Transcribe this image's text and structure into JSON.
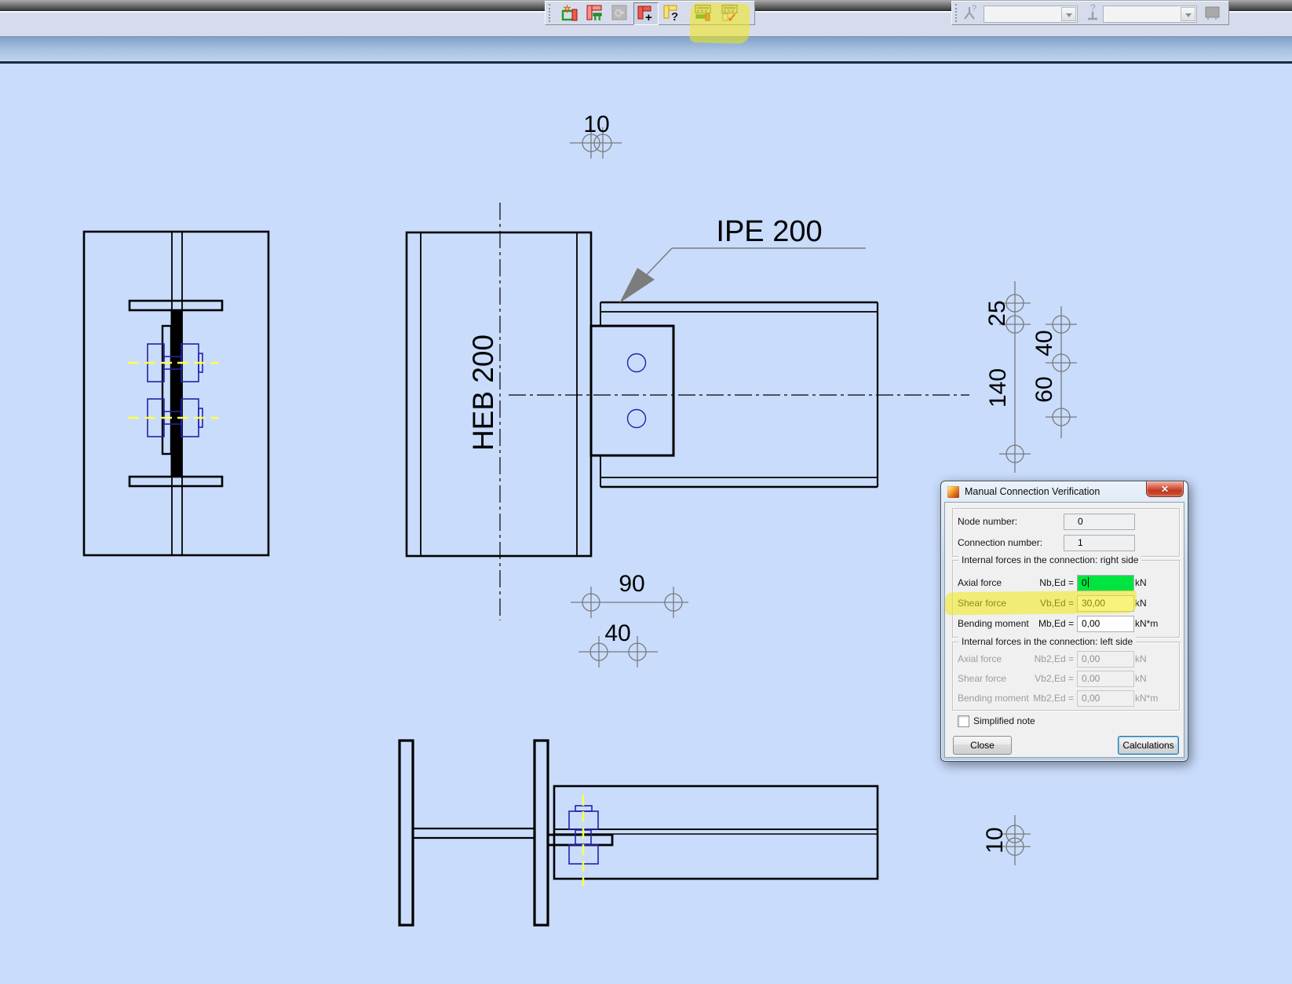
{
  "colors": {
    "canvas_bg": "#c9dcfb",
    "highlight_yellow": "#f3e912",
    "axial_field_green": "#00e440",
    "bolt_navy": "#2222aa",
    "centerline_yellow": "#ffff4a",
    "dimension_gray": "#7a7a7a"
  },
  "toolbars": {
    "connections": {
      "icons": [
        {
          "name": "new-connection",
          "glyph": "✶"
        },
        {
          "name": "connection-for-selected-bars",
          "glyph": ""
        },
        {
          "name": "update-connection",
          "glyph": "⟳",
          "disabled": true
        },
        {
          "name": "create-connection",
          "glyph": "+",
          "pressed": true
        },
        {
          "name": "connection-help",
          "glyph": "?"
        },
        {
          "name": "connection-calculations",
          "glyph": ""
        },
        {
          "name": "manual-connection-verification",
          "glyph": "✓",
          "highlighted": true
        }
      ]
    },
    "selection": {
      "question_glyph": "?",
      "node_combo_value": "",
      "member_combo_value": ""
    }
  },
  "drawing": {
    "beam_label": "IPE 200",
    "column_label": "HEB 200",
    "dims": {
      "gap_front": "10",
      "edge_top": "25",
      "plate_height": "140",
      "bolt_edge_top": "40",
      "bolt_pitch": "60",
      "plate_width": "90",
      "bolt_edge_side": "40",
      "gap_plan": "10"
    }
  },
  "dialog": {
    "title": "Manual Connection Verification",
    "close_glyph": "✕",
    "node_label": "Node number:",
    "node_value": "0",
    "conn_label": "Connection number:",
    "conn_value": "1",
    "right_group_title": "Internal forces in the connection: right side",
    "left_group_title": "Internal forces in the connection: left side",
    "right_rows": [
      {
        "label": "Axial force",
        "symbol": "Nb,Ed =",
        "value": "0",
        "unit": "kN"
      },
      {
        "label": "Shear force",
        "symbol": "Vb,Ed =",
        "value": "30,00",
        "unit": "kN"
      },
      {
        "label": "Bending moment",
        "symbol": "Mb,Ed =",
        "value": "0,00",
        "unit": "kN*m"
      }
    ],
    "left_rows": [
      {
        "label": "Axial force",
        "symbol": "Nb2,Ed =",
        "value": "0,00",
        "unit": "kN"
      },
      {
        "label": "Shear force",
        "symbol": "Vb2,Ed =",
        "value": "0,00",
        "unit": "kN"
      },
      {
        "label": "Bending moment",
        "symbol": "Mb2,Ed =",
        "value": "0,00",
        "unit": "kN*m"
      }
    ],
    "checkbox_label": "Simplified note",
    "close_button": "Close",
    "calculations_button": "Calculations"
  }
}
